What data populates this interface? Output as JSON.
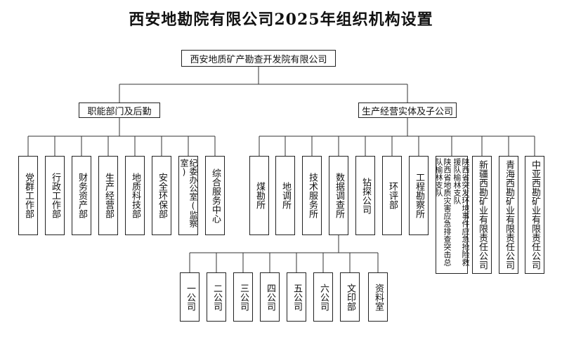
{
  "title": "西安地勘院有限公司2025年组织机构设置",
  "root": "西安地质矿产勘查开发院有限公司",
  "groups": {
    "functional": "职能部门及后勤",
    "production": "生产经营实体及子公司"
  },
  "functional_departments": [
    "党群工作部",
    "行政工作部",
    "财务资产部",
    "生产经营部",
    "地质科技部",
    "安全环保部",
    "纪委办公室(监察室)",
    "综合服务中心"
  ],
  "production_units": [
    "煤勘所",
    "地调所",
    "技术服务所",
    "数据调查所",
    "钻探公司",
    "环评部",
    "工程勘察所"
  ],
  "emergency_unit": [
    "陕西省地质灾害应急排查突击总队榆林支队",
    "陕西省突发环境事件应急抢险救援队榆林支队"
  ],
  "subsidiaries": [
    "新疆西勘矿业有限责任公司",
    "青海西勘矿业有限责任公司",
    "中亚西勘矿业有限责任公司"
  ],
  "data_survey_branches": [
    "一公司",
    "二公司",
    "三公司",
    "四公司",
    "五公司",
    "六公司",
    "文印部",
    "资料室"
  ]
}
